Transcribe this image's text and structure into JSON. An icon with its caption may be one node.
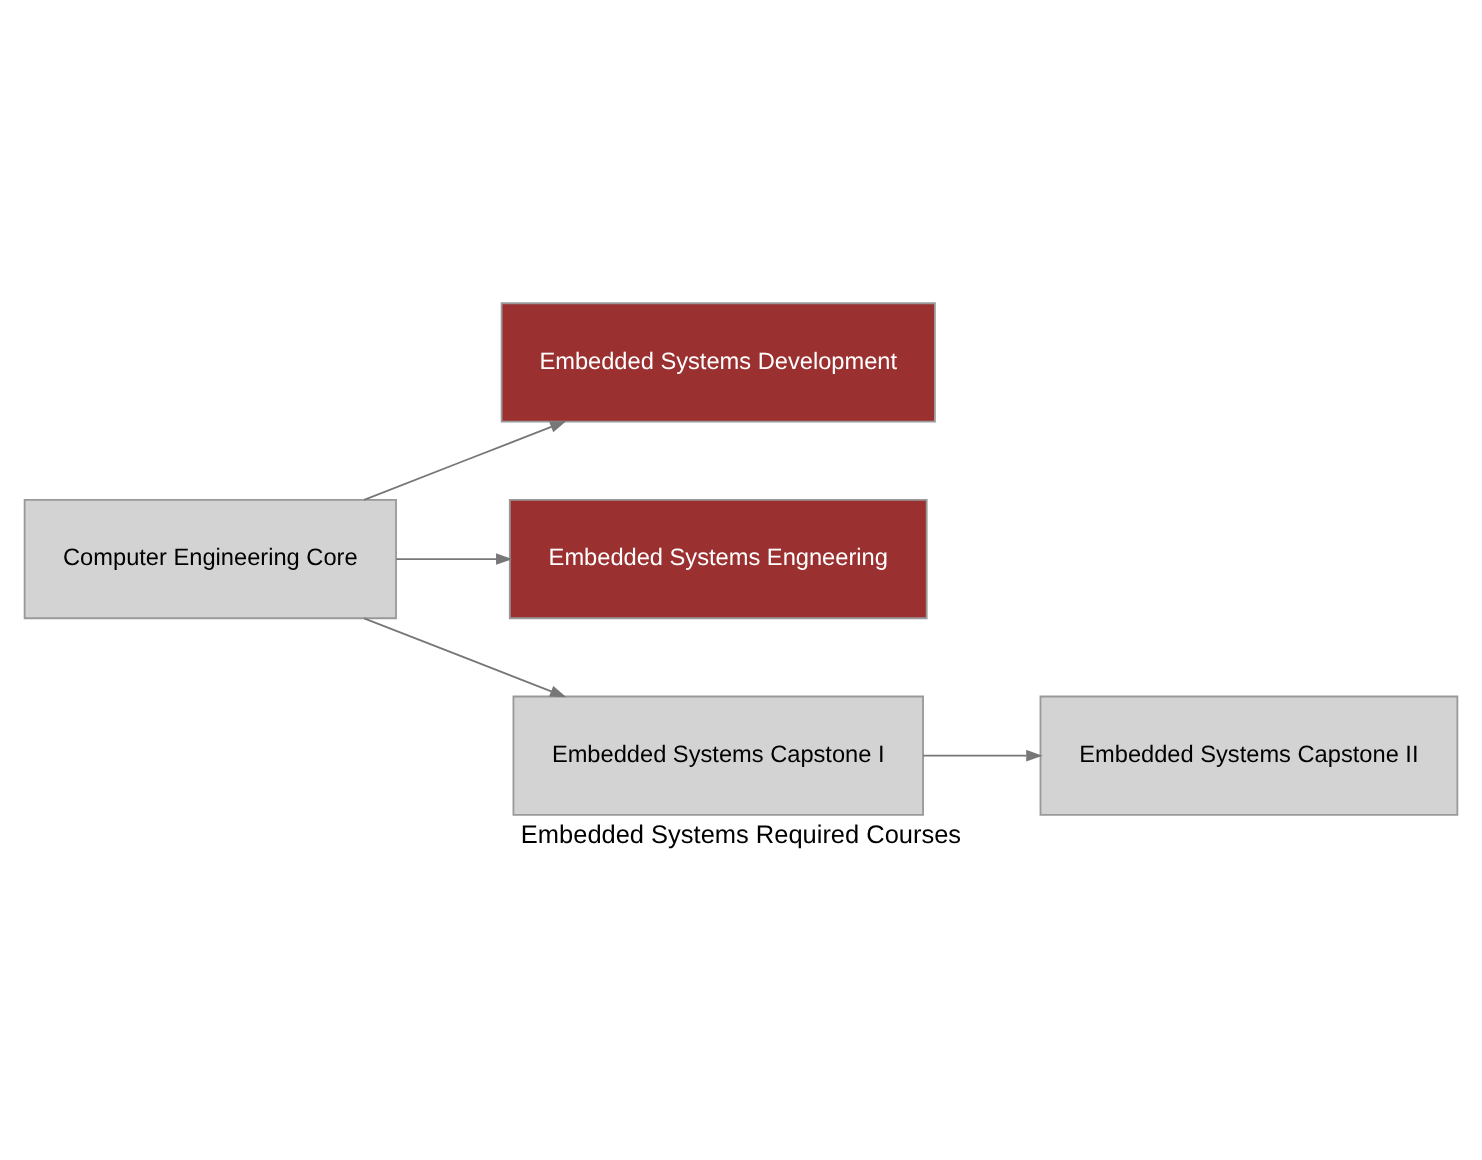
{
  "diagram": {
    "caption": "Embedded Systems Required Courses",
    "nodes": [
      {
        "text": [
          "Computer Engineering Core"
        ]
      },
      {
        "text": [
          "Embedded Systems Development"
        ]
      },
      {
        "text": [
          "Embedded Systems Engneering"
        ]
      },
      {
        "text": [
          "Embedded Systems Capstone I"
        ]
      },
      {
        "text": [
          "Embedded Systems Capstone II"
        ]
      }
    ],
    "edges": [
      {
        "from": 0,
        "to": 1,
        "arrow": "to"
      },
      {
        "from": 0,
        "to": 2,
        "arrow": "to"
      },
      {
        "from": 0,
        "to": 3,
        "arrow": "to"
      },
      {
        "from": 3,
        "to": 4,
        "arrow": "to"
      }
    ]
  }
}
